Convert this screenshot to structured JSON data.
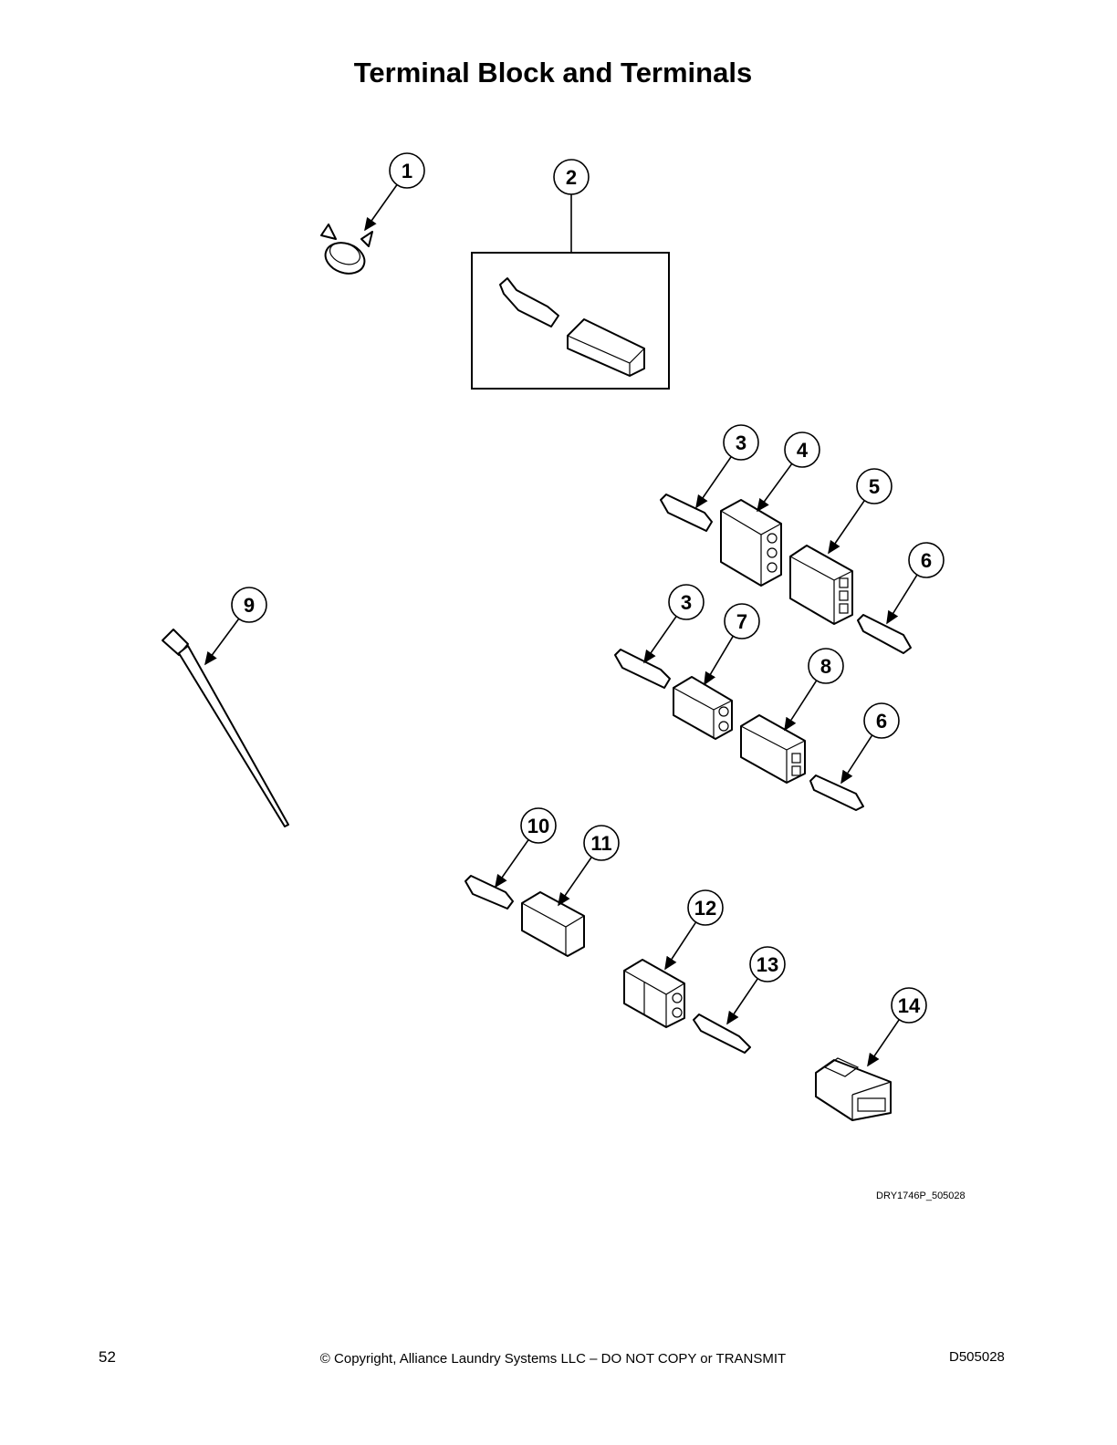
{
  "title": "Terminal Block and Terminals",
  "callouts": [
    "1",
    "2",
    "3",
    "4",
    "5",
    "6",
    "9",
    "3",
    "7",
    "8",
    "6",
    "10",
    "11",
    "12",
    "13",
    "14"
  ],
  "figure_code": "DRY1746P_505028",
  "footer": {
    "page_number": "52",
    "copyright": "© Copyright, Alliance Laundry Systems LLC – DO NOT COPY or TRANSMIT",
    "doc_id": "D505028"
  }
}
